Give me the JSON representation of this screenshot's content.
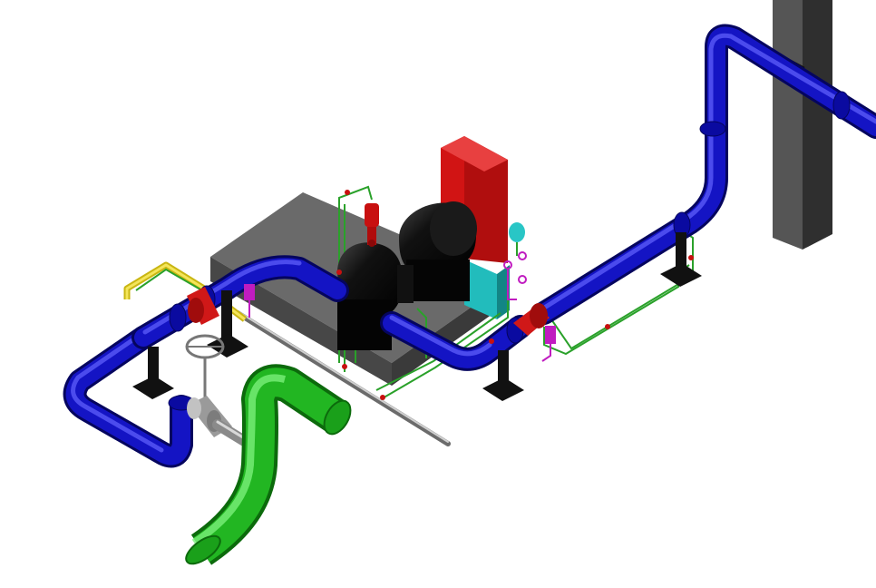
{
  "colors": {
    "background": "#ffffff",
    "process_pipe": "#1010b8",
    "process_pipe_dark": "#05055e",
    "process_pipe_light": "#5a5aff",
    "suction_pipe": "#1fb21f",
    "suction_pipe_light": "#6ef06e",
    "suction_pipe_dark": "#0c6a0c",
    "concrete_base": "#585858",
    "concrete_top": "#6a6a6a",
    "concrete_side": "#3f3f3f",
    "pump_motor": "#0a0a0a",
    "control_panel": "#cc1010",
    "control_panel_side": "#8a0808",
    "baseplate": "#22bcbc",
    "column": "#4d4d4d",
    "column_side": "#2f2f2f",
    "valve_red": "#d01818",
    "tubing_green": "#2aa12a",
    "tubing_yellow": "#e6d21a",
    "instrument_magenta": "#c01cc0",
    "gauge_cyan": "#29c6c6",
    "support_steel": "#111111",
    "grey_pipe": "#8f8f8f",
    "valve_handwheel": "#8a8a8a"
  },
  "components": [
    "process-pipe",
    "suction-pipe",
    "pump",
    "motor",
    "control-panel",
    "concrete-base",
    "steel-column",
    "gate-valve",
    "pipe-support",
    "instrument-tubing",
    "pressure-gauge"
  ]
}
